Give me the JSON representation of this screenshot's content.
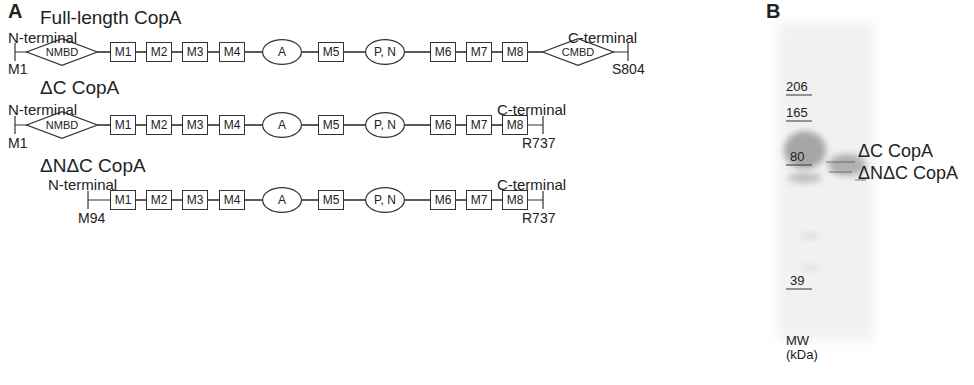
{
  "diagram": {
    "nodes": [
      {
        "text": [
          "NMBD"
        ]
      },
      {
        "text": [
          "M1"
        ]
      },
      {
        "text": [
          "M2"
        ]
      },
      {
        "text": [
          "M3"
        ]
      },
      {
        "text": [
          "M4"
        ]
      },
      {
        "text": [
          "A"
        ]
      },
      {
        "text": [
          "M5"
        ]
      },
      {
        "text": [
          "P, N"
        ]
      },
      {
        "text": [
          "M6"
        ]
      },
      {
        "text": [
          "M7"
        ]
      },
      {
        "text": [
          "M8"
        ]
      },
      {
        "text": [
          "CMBD"
        ]
      },
      {
        "text": [
          "NMBD"
        ]
      },
      {
        "text": [
          "M1"
        ]
      },
      {
        "text": [
          "M2"
        ]
      },
      {
        "text": [
          "M3"
        ]
      },
      {
        "text": [
          "M4"
        ]
      },
      {
        "text": [
          "A"
        ]
      },
      {
        "text": [
          "M5"
        ]
      },
      {
        "text": [
          "P, N"
        ]
      },
      {
        "text": [
          "M6"
        ]
      },
      {
        "text": [
          "M7"
        ]
      },
      {
        "text": [
          "M8"
        ]
      },
      {
        "text": [
          "M1"
        ]
      },
      {
        "text": [
          "M2"
        ]
      },
      {
        "text": [
          "M3"
        ]
      },
      {
        "text": [
          "M4"
        ]
      },
      {
        "text": [
          "A"
        ]
      },
      {
        "text": [
          "M5"
        ]
      },
      {
        "text": [
          "P, N"
        ]
      },
      {
        "text": [
          "M6"
        ]
      },
      {
        "text": [
          "M7"
        ]
      },
      {
        "text": [
          "M8"
        ]
      }
    ],
    "edges": [
      {
        "from": 0,
        "to": 1,
        "arrow": "none"
      },
      {
        "from": 1,
        "to": 2,
        "arrow": "none"
      },
      {
        "from": 2,
        "to": 3,
        "arrow": "none"
      },
      {
        "from": 3,
        "to": 4,
        "arrow": "none"
      },
      {
        "from": 4,
        "to": 5,
        "arrow": "none"
      },
      {
        "from": 5,
        "to": 6,
        "arrow": "none"
      },
      {
        "from": 6,
        "to": 7,
        "arrow": "none"
      },
      {
        "from": 7,
        "to": 8,
        "arrow": "none"
      },
      {
        "from": 8,
        "to": 9,
        "arrow": "none"
      },
      {
        "from": 9,
        "to": 10,
        "arrow": "none"
      },
      {
        "from": 10,
        "to": 11,
        "arrow": "none"
      },
      {
        "from": 12,
        "to": 13,
        "arrow": "none"
      },
      {
        "from": 13,
        "to": 14,
        "arrow": "none"
      },
      {
        "from": 14,
        "to": 15,
        "arrow": "none"
      },
      {
        "from": 15,
        "to": 16,
        "arrow": "none"
      },
      {
        "from": 16,
        "to": 17,
        "arrow": "none"
      },
      {
        "from": 17,
        "to": 18,
        "arrow": "none"
      },
      {
        "from": 18,
        "to": 19,
        "arrow": "none"
      },
      {
        "from": 19,
        "to": 20,
        "arrow": "none"
      },
      {
        "from": 20,
        "to": 21,
        "arrow": "none"
      },
      {
        "from": 21,
        "to": 22,
        "arrow": "none"
      },
      {
        "from": 23,
        "to": 24,
        "arrow": "none"
      },
      {
        "from": 24,
        "to": 25,
        "arrow": "none"
      },
      {
        "from": 25,
        "to": 26,
        "arrow": "none"
      },
      {
        "from": 26,
        "to": 27,
        "arrow": "none"
      },
      {
        "from": 27,
        "to": 28,
        "arrow": "none"
      },
      {
        "from": 28,
        "to": 29,
        "arrow": "none"
      },
      {
        "from": 29,
        "to": 30,
        "arrow": "none"
      },
      {
        "from": 30,
        "to": 31,
        "arrow": "none"
      },
      {
        "from": 31,
        "to": 32,
        "arrow": "none"
      }
    ],
    "labels": [
      "A",
      "Full-length CopA",
      "N-terminal",
      "C-terminal",
      "M1",
      "S804",
      "ΔC CopA",
      "N-terminal",
      "C-terminal",
      "M1",
      "R737",
      "ΔNΔC CopA",
      "N-terminal",
      "C-terminal",
      "M94",
      "R737",
      "B",
      "206",
      "165",
      "80",
      "39",
      "MW (kDa)",
      "ΔC CopA",
      "ΔNΔC CopA"
    ]
  }
}
